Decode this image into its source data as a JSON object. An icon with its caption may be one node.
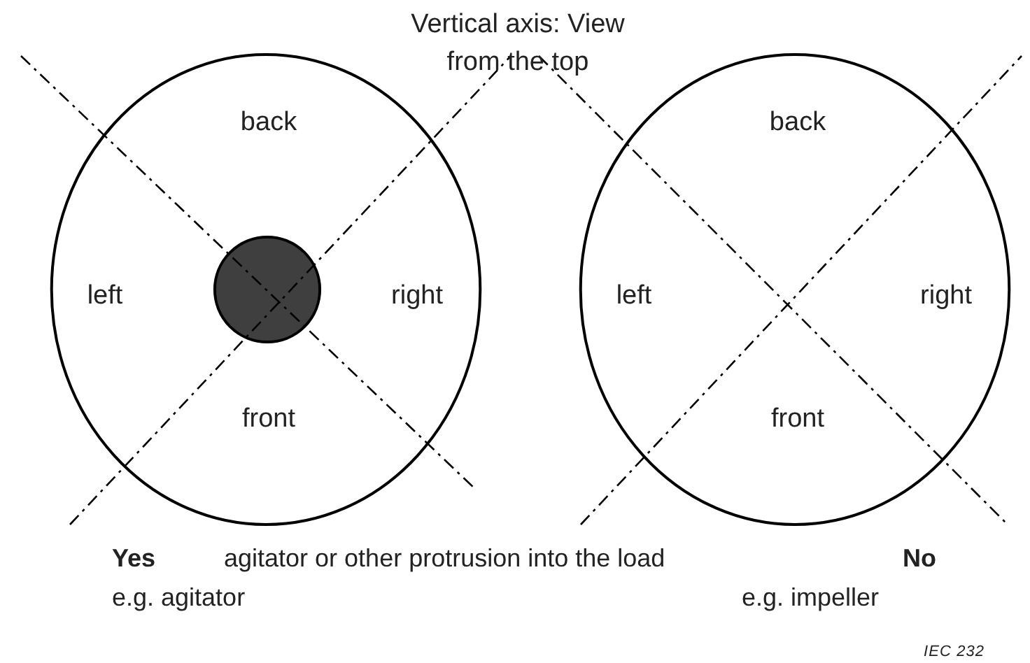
{
  "diagram": {
    "title": "Vertical axis: View from the top",
    "nodes": [
      {
        "text": [
          "back",
          "left",
          "right",
          "front"
        ]
      },
      {
        "text": [],
        "shape": "circle",
        "in": 0
      },
      {
        "text": [
          "back",
          "left",
          "right",
          "front"
        ]
      }
    ],
    "labels": [
      "Yes",
      "agitator or other protrusion into the load",
      "No",
      "e.g. agitator",
      "e.g. impeller",
      "IEC 232"
    ]
  }
}
